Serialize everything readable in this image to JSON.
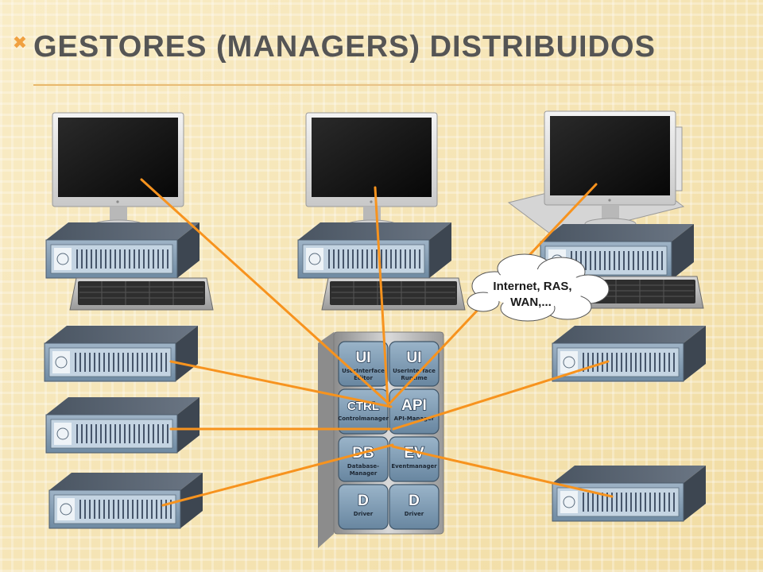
{
  "slide": {
    "title": "Gestores (Managers) Distribuidos",
    "bullet_icon": "x-bullet-icon"
  },
  "cloud": {
    "line1": "Internet, RAS,",
    "line2": "WAN,..."
  },
  "modules": [
    {
      "abbr": "UI",
      "sub": [
        "UserInterface",
        "Editor"
      ]
    },
    {
      "abbr": "UI",
      "sub": [
        "UserInterface",
        "Runtime"
      ]
    },
    {
      "abbr": "CTRL",
      "sub": [
        "Controlmanager"
      ]
    },
    {
      "abbr": "API",
      "sub": [
        "API-Manager"
      ]
    },
    {
      "abbr": "DB",
      "sub": [
        "Database-",
        "Manager"
      ]
    },
    {
      "abbr": "EV",
      "sub": [
        "Eventmanager"
      ]
    },
    {
      "abbr": "D",
      "sub": [
        "Driver"
      ]
    },
    {
      "abbr": "D",
      "sub": [
        "Driver"
      ]
    }
  ],
  "colors": {
    "connection_line": "#f7931e",
    "module_fill": "#7b9ab4",
    "title_text": "#555555"
  }
}
